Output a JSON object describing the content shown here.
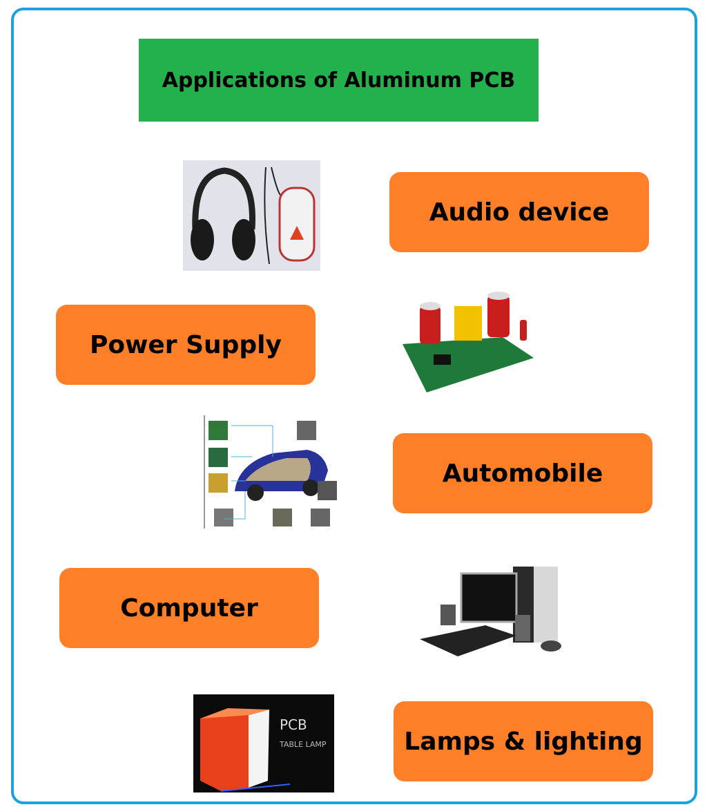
{
  "title": "Applications of Aluminum PCB",
  "colors": {
    "border": "#1ba1e2",
    "title_bg": "#22b14c",
    "label_bg": "#fd7f27"
  },
  "applications": [
    {
      "label": "Audio device",
      "image": "headphones-with-amplifier"
    },
    {
      "label": "Power Supply",
      "image": "power-supply-circuit-board"
    },
    {
      "label": "Automobile",
      "image": "car-electronics-diagram"
    },
    {
      "label": "Computer",
      "image": "desktop-computer"
    },
    {
      "label": "Lamps & lighting",
      "image": "pcb-table-lamp"
    }
  ],
  "lamp_image_text": {
    "line1": "PCB",
    "line2": "TABLE LAMP"
  }
}
